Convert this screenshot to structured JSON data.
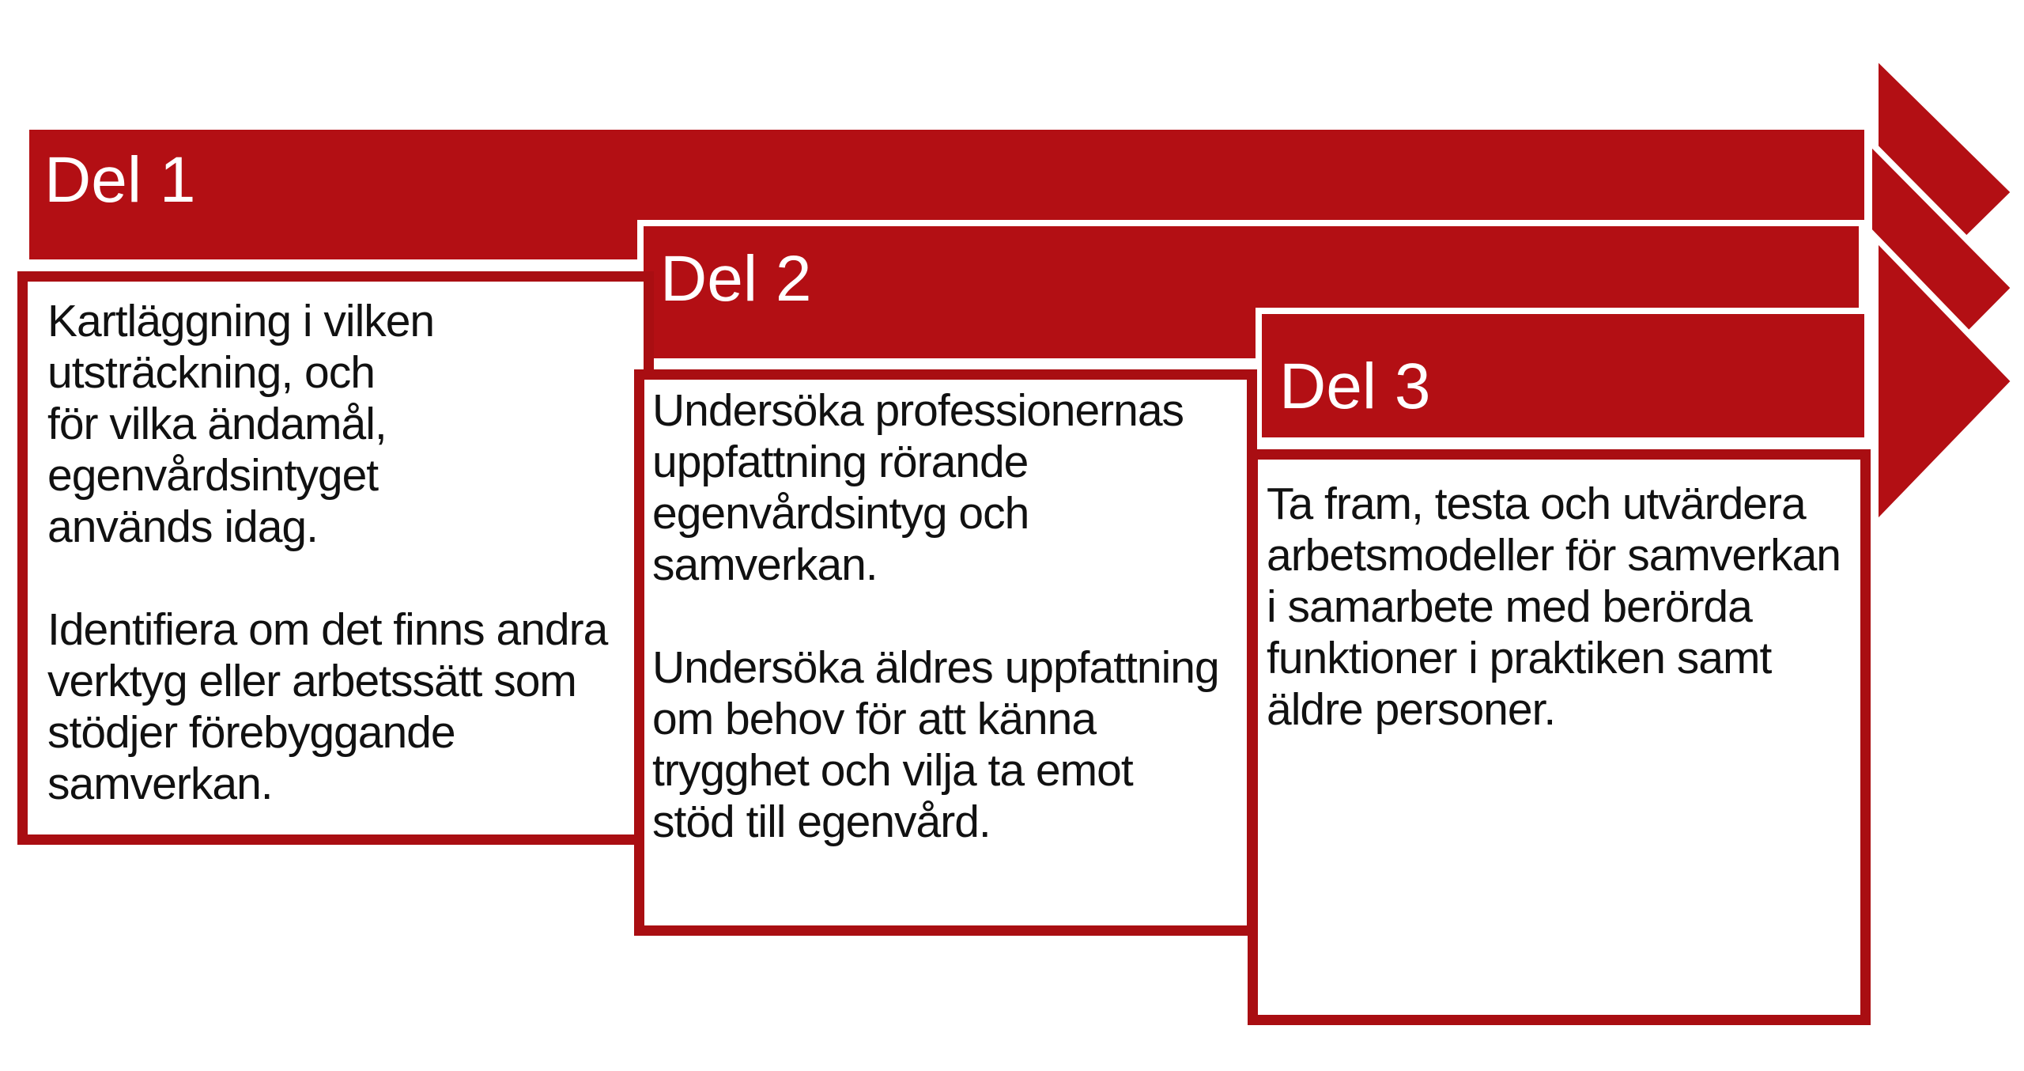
{
  "diagram": {
    "title": "Process steps diagram",
    "colors": {
      "arrow_fill": "#b30f14",
      "box_border": "#a90e12",
      "label_text": "#ffffff",
      "body_text": "#111111",
      "background": "#ffffff"
    },
    "steps": [
      {
        "label": "Del 1",
        "lines": [
          "Kartläggning i vilken",
          "utsträckning, och",
          "för vilka ändamål,",
          "egenvårdsintyget",
          "används idag.",
          "",
          "Identifiera om det finns andra",
          "verktyg eller arbetssätt som",
          "stödjer förebyggande",
          "samverkan."
        ]
      },
      {
        "label": "Del 2",
        "lines": [
          "Undersöka professionernas",
          "uppfattning rörande",
          "egenvårdsintyg och",
          "samverkan.",
          "",
          "Undersöka äldres uppfattning",
          "om behov för att känna",
          "trygghet och vilja ta emot",
          "stöd till egenvård."
        ]
      },
      {
        "label": "Del 3",
        "lines": [
          "Ta fram, testa och utvärdera",
          "arbetsmodeller för samverkan",
          "i samarbete med berörda",
          "funktioner i praktiken samt",
          "äldre personer."
        ]
      }
    ]
  }
}
